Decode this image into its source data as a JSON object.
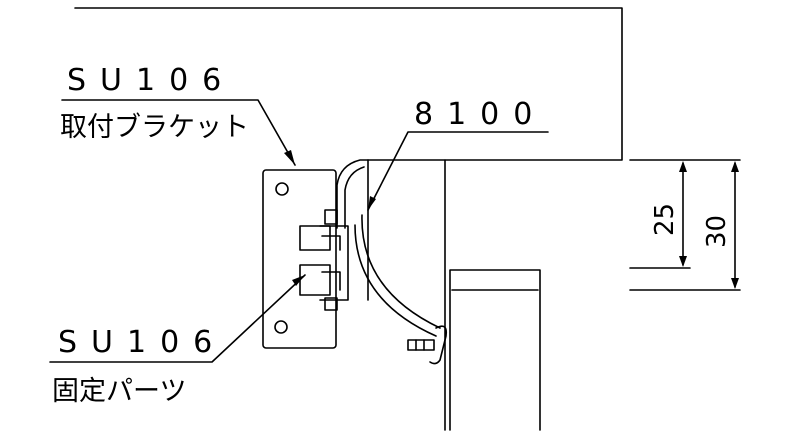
{
  "callouts": {
    "bracket_code": "SU106",
    "bracket_name": "取付ブラケット",
    "profile_code": "8100",
    "fixing_code": "SU106",
    "fixing_name": "固定パーツ"
  },
  "dimensions": {
    "inner": "25",
    "outer": "30"
  },
  "colors": {
    "line": "#000000",
    "background": "#ffffff"
  }
}
